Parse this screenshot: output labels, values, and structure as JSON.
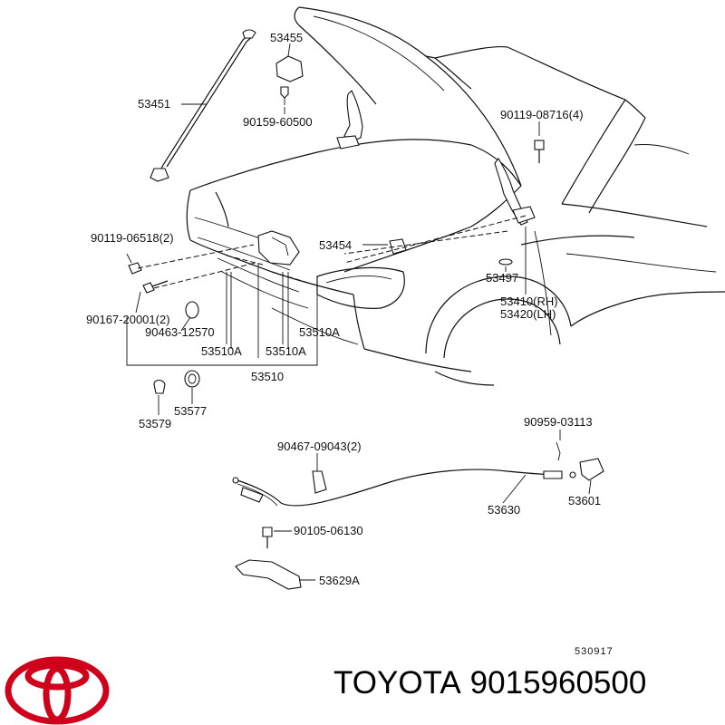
{
  "diagram": {
    "labels": {
      "p53455": "53455",
      "p53451": "53451",
      "p90159_60500": "90159-60500",
      "p90119_08716": "90119-08716(4)",
      "p90119_06518": "90119-06518(2)",
      "p53454": "53454",
      "p53497": "53497",
      "p53410": "53410(RH)",
      "p53420": "53420(LH)",
      "p90167_20001": "90167-20001(2)",
      "p90463_12570": "90463-12570",
      "p53510A_right": "53510A",
      "p53510A_left": "53510A",
      "p53510A_mid": "53510A",
      "p53510": "53510",
      "p53579": "53579",
      "p53577": "53577",
      "p90959_03113": "90959-03113",
      "p90467_09043": "90467-09043(2)",
      "p53630": "53630",
      "p53601": "53601",
      "p90105_06130": "90105-06130",
      "p53629A": "53629A"
    },
    "drawing_code": "530917"
  },
  "brand": {
    "name": "TOYOTA",
    "part_number": "9015960500",
    "logo_color": "#d0021b"
  }
}
